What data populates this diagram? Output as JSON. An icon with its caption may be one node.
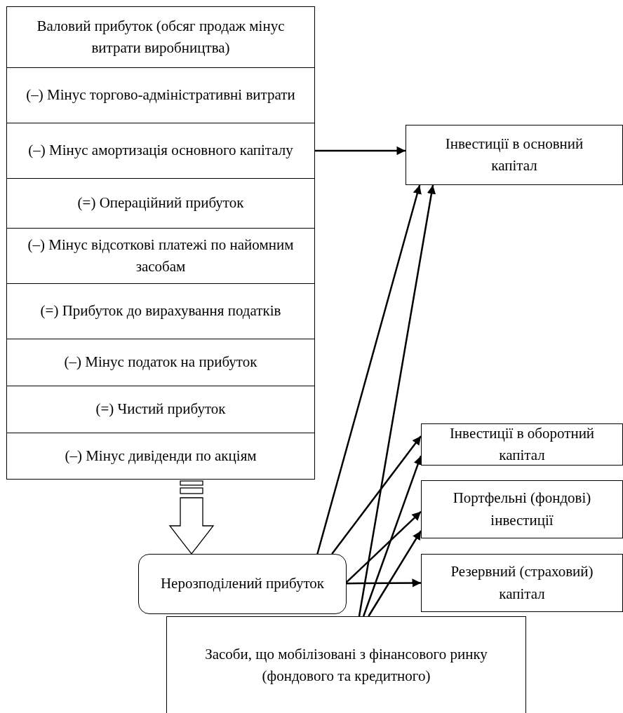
{
  "diagram": {
    "nodes": [
      {
        "text": [
          "Валовий прибуток (обсяг продаж мінус витрати виробництва)"
        ]
      },
      {
        "text": [
          "(–) Мінус торгово-адміністративні витрати"
        ]
      },
      {
        "text": [
          "(–) Мінус амортизація основного капіталу"
        ]
      },
      {
        "text": [
          "(=) Операційний прибуток"
        ]
      },
      {
        "text": [
          "(–) Мінус відсоткові платежі по найомним засобам"
        ]
      },
      {
        "text": [
          "(=) Прибуток до вирахування податків"
        ]
      },
      {
        "text": [
          "(–) Мінус податок на прибуток"
        ]
      },
      {
        "text": [
          "(=) Чистий прибуток"
        ]
      },
      {
        "text": [
          "(–) Мінус дивіденди по акціям"
        ]
      },
      {
        "text": [
          "Інвестиції в основний капітал"
        ]
      },
      {
        "text": [
          "Інвестиції в оборотний капітал"
        ]
      },
      {
        "text": [
          "Портфельні (фондові) інвестиції"
        ]
      },
      {
        "text": [
          "Резервний (страховий) капітал"
        ]
      },
      {
        "text": [
          "Нерозподілений прибуток"
        ]
      },
      {
        "text": [
          "Засоби, що мобілізовані з фінансового ринку (фондового та кредитного)"
        ]
      }
    ],
    "edges": [
      {
        "from": 2,
        "to": 9,
        "arrow": "to"
      },
      {
        "from": 8,
        "to": 13,
        "arrow": "to",
        "style": "thick"
      },
      {
        "from": 13,
        "to": 9,
        "arrow": "to"
      },
      {
        "from": 13,
        "to": 10,
        "arrow": "to"
      },
      {
        "from": 13,
        "to": 11,
        "arrow": "to"
      },
      {
        "from": 13,
        "to": 12,
        "arrow": "to"
      },
      {
        "from": 14,
        "to": 9,
        "arrow": "to"
      },
      {
        "from": 14,
        "to": 10,
        "arrow": "to"
      },
      {
        "from": 14,
        "to": 11,
        "arrow": "to"
      }
    ]
  }
}
